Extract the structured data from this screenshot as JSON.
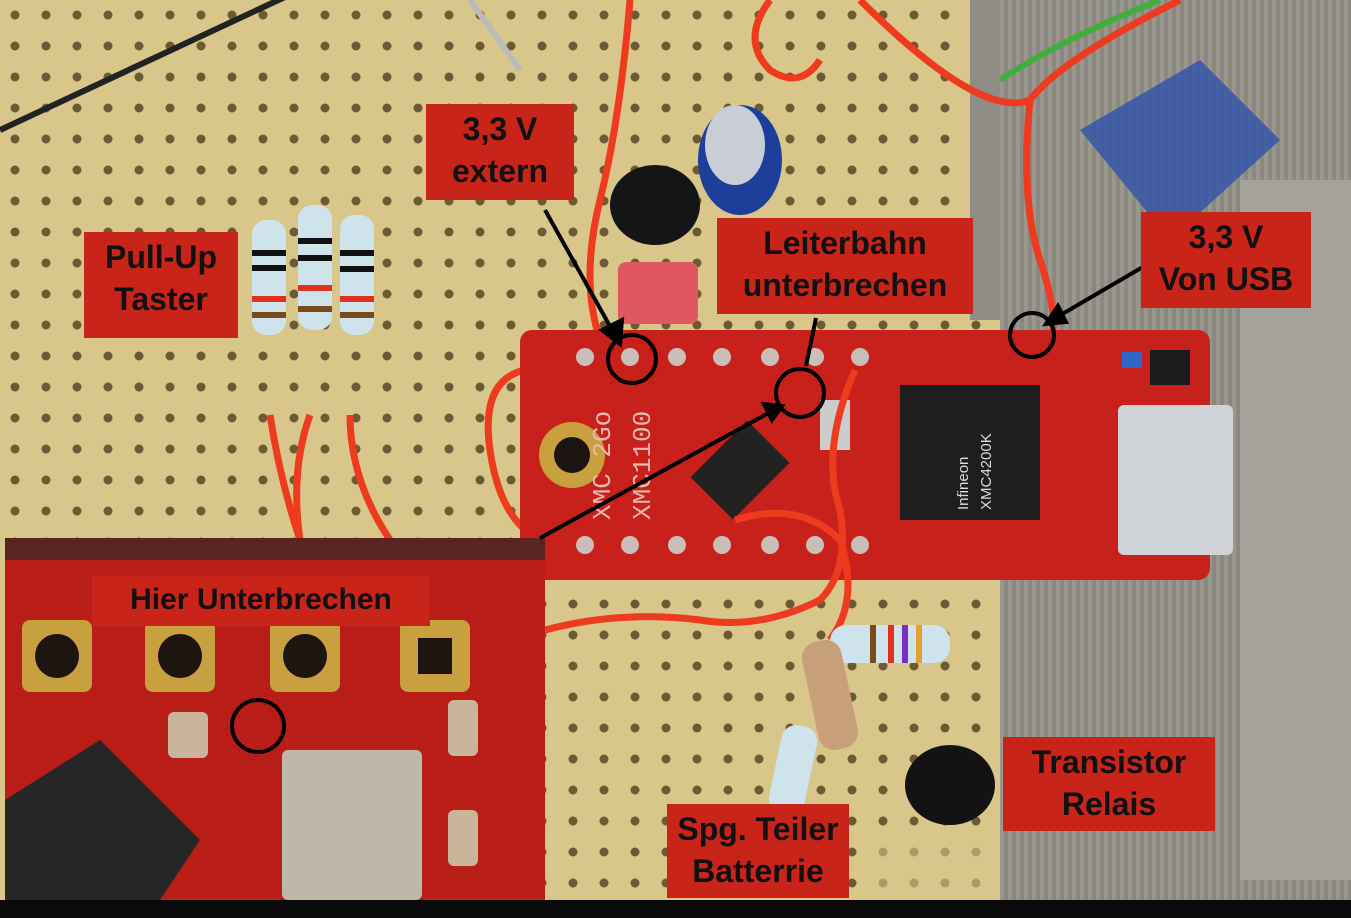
{
  "annotations": {
    "pullup_taster": "Pull-Up\nTaster",
    "ext_3v3": "3,3 V\nextern",
    "leiterbahn": "Leiterbahn\nunterbrechen",
    "usb_3v3": "3,3 V\nVon USB",
    "hier_unterbrechen": "Hier Unterbrechen",
    "transistor_relais": "Transistor\nRelais",
    "spg_teiler": "Spg. Teiler\nBatterrie"
  },
  "board_silkscreen": {
    "board_name": "XMC 2Go",
    "chip_name": "XMC1100",
    "mcu_brand": "Infineon",
    "mcu_part": "XMC4200K"
  },
  "colors": {
    "perfboard": "#d8c68a",
    "pcb_red": "#c8201a",
    "label_bg": "#c8241a",
    "wire_red": "#ee3a1e",
    "marker": "#000000"
  }
}
